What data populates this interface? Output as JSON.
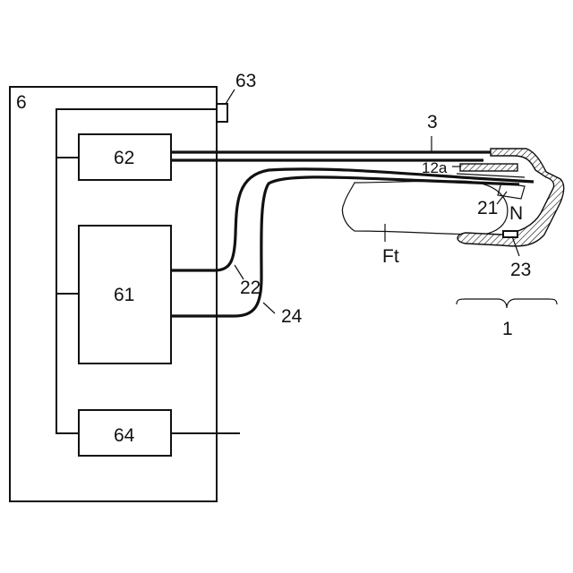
{
  "labels": {
    "unit": "6",
    "box_62": "62",
    "box_61": "61",
    "box_64": "64",
    "sensor_63": "63",
    "tube_3": "3",
    "part_12a": "12a",
    "part_21": "21",
    "part_N": "N",
    "finger_Ft": "Ft",
    "part_23": "23",
    "cable_22": "22",
    "cable_24": "24",
    "assembly_1": "1"
  }
}
